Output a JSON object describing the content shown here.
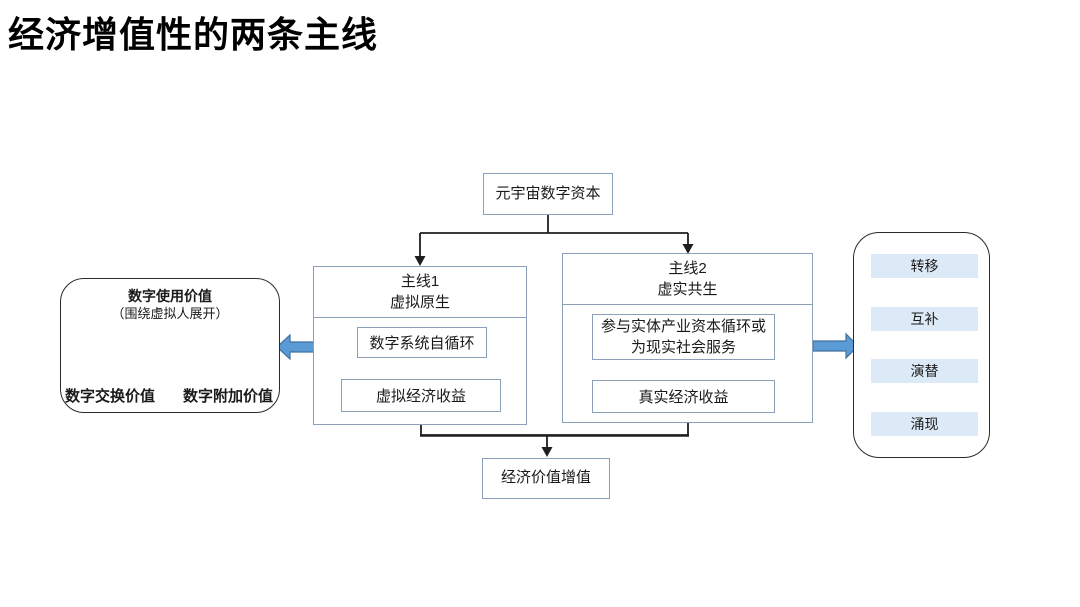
{
  "title": "经济增值性的两条主线",
  "colors": {
    "accent_blue": "#5B9BD5",
    "accent_blue_dark": "#41719C",
    "box_border": "#8C9FB8",
    "panel_border": "#2b2b2b",
    "light_blue_fill": "#DCE9F7",
    "connector": "#1f1f1f",
    "background": "#ffffff",
    "title_color": "#000000"
  },
  "diagram": {
    "root": {
      "label": "元宇宙数字资本"
    },
    "line1": {
      "title_line1": "主线1",
      "title_line2": "虚拟原生",
      "step1": "数字系统自循环",
      "step2": "虚拟经济收益"
    },
    "line2": {
      "title_line1": "主线2",
      "title_line2": "虚实共生",
      "step1": "参与实体产业资本循环或为现实社会服务",
      "step2": "真实经济收益"
    },
    "result": {
      "label": "经济价值增值"
    },
    "value_triangle": {
      "top_line1": "数字使用价值",
      "top_line2": "（围绕虚拟人展开）",
      "bottom_left": "数字交换价值",
      "bottom_right": "数字附加价值"
    },
    "evolution": {
      "steps": [
        "转移",
        "互补",
        "演替",
        "涌现"
      ]
    }
  }
}
